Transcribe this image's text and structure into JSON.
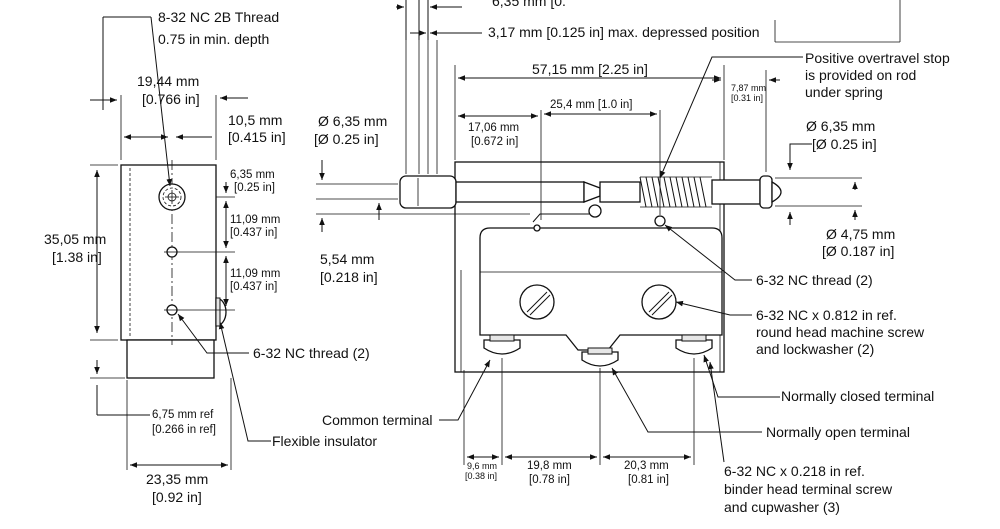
{
  "side_view": {
    "thread_label": [
      "8-32 NC 2B Thread",
      "0.75 in min. depth"
    ],
    "width_outer": [
      "19,44 mm",
      "[0.766 in]"
    ],
    "width_inner": [
      "10,5 mm",
      "[0.415 in]"
    ],
    "height": [
      "35,05 mm",
      "[1.38 in]"
    ],
    "hole_1": [
      "6,35 mm",
      "[0.25 in]"
    ],
    "hole_2": [
      "11,09 mm",
      "[0.437 in]"
    ],
    "hole_3": [
      "11,09 mm",
      "[0.437 in]"
    ],
    "thread_2": "6-32 NC thread (2)",
    "ref_depth": [
      "6,75 mm ref",
      "[0.266 in ref]"
    ],
    "flexible_insulator": "Flexible insulator",
    "base_width": [
      "23,35 mm",
      "[0.92 in]"
    ]
  },
  "front_view": {
    "top_cut": "6,35 mm [0.",
    "max_depressed": "3,17 mm [0.125 in] max. depressed position",
    "rod_dia": [
      "Ø 6,35 mm",
      "[Ø 0.25 in]"
    ],
    "rod_dia_right": [
      "Ø 6,35 mm",
      "[Ø 0.25 in]"
    ],
    "overall_length": "57,15 mm [2.25 in]",
    "overtravel_note": [
      "Positive overtravel stop",
      "is provided on rod",
      "under spring"
    ],
    "small_dim": [
      "7,87 mm",
      "[0.31 in]"
    ],
    "dim_25": "25,4 mm [1.0 in]",
    "dim_17": [
      "17,06 mm",
      "[0.672 in]"
    ],
    "dim_554": [
      "5,54 mm",
      "[0.218 in]"
    ],
    "dia_475": [
      "Ø 4,75 mm",
      "[Ø 0.187 in]"
    ],
    "thread_632": "6-32 NC thread (2)",
    "screw_note": [
      "6-32 NC x 0.812 in ref.",
      "round head machine screw",
      "and lockwasher (2)"
    ],
    "nc_terminal": "Normally closed terminal",
    "common_terminal": "Common terminal",
    "no_terminal": "Normally open terminal",
    "dim_96": [
      "9,6 mm",
      "[0.38 in]"
    ],
    "dim_198": [
      "19,8 mm",
      "[0.78 in]"
    ],
    "dim_203": [
      "20,3 mm",
      "[0.81 in]"
    ],
    "terminal_screw": [
      "6-32 NC x 0.218 in ref.",
      "binder head terminal screw",
      "and cupwasher (3)"
    ]
  }
}
